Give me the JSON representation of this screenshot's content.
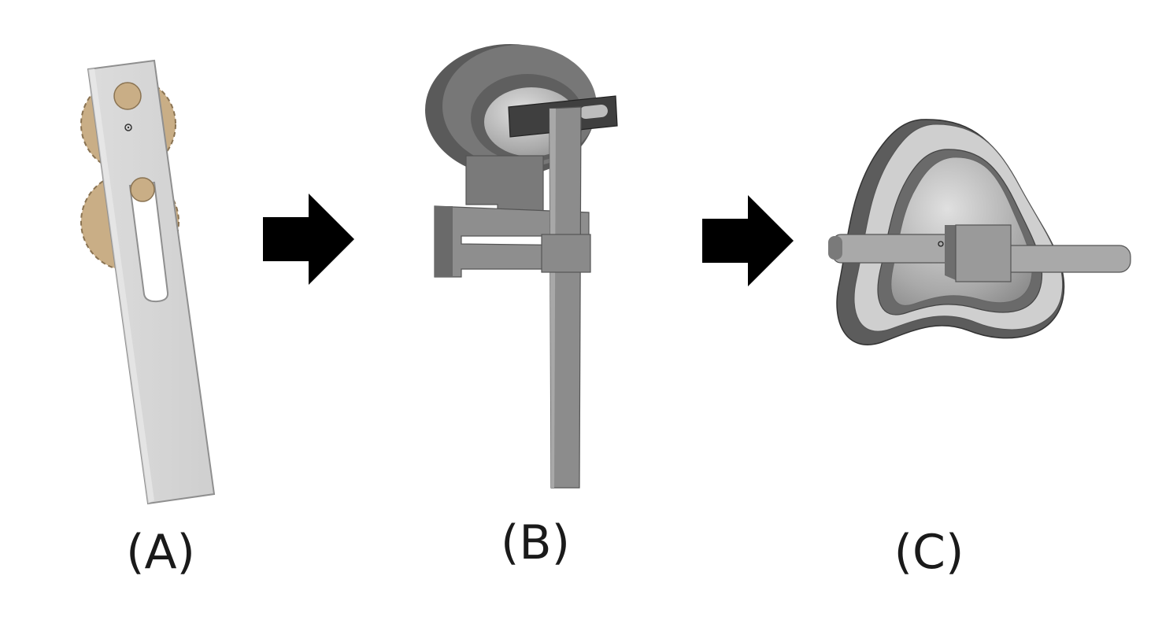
{
  "panels": [
    {
      "id": "A",
      "label": "(A)",
      "component": "slotted-link-with-gears"
    },
    {
      "id": "B",
      "label": "(B)",
      "component": "cam-slider-mechanism"
    },
    {
      "id": "C",
      "label": "(C)",
      "component": "tri-lobe-cam-track"
    }
  ],
  "arrows": [
    {
      "from": "A",
      "to": "B"
    },
    {
      "from": "B",
      "to": "C"
    }
  ],
  "colors": {
    "background": "#ffffff",
    "link_plate": "#d9d9d9",
    "link_edge": "#9a9a9a",
    "gear": "#c9ae86",
    "gear_dark": "#9c8460",
    "metal_dark": "#4a4a4a",
    "metal_mid": "#7d7d7d",
    "metal_light": "#b5b5b5",
    "arrow": "#000000",
    "text": "#1a1a1a"
  }
}
